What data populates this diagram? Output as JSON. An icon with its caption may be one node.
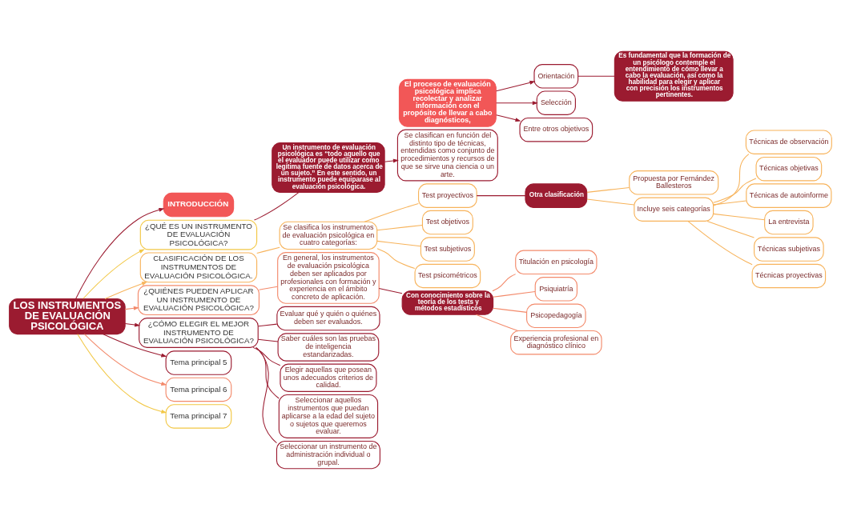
{
  "diagram": {
    "nodes": [
      {
        "text": [
          "LOS INSTRUMENTOS DE EVALUACIÓN PSICOLÓGICA"
        ]
      },
      {
        "text": [
          "INTRODUCCIÓN"
        ]
      },
      {
        "text": [
          "El proceso de evaluación psicológica implica recolectar y analizar información con el propósito de llevar a cabo diagnósticos,"
        ]
      },
      {
        "text": [
          "Orientación"
        ]
      },
      {
        "text": [
          "Selección"
        ]
      },
      {
        "text": [
          "Entre otros objetivos"
        ]
      },
      {
        "text": [
          "Es fundamental que la formación de un psicólogo contemple el entendimiento de cómo llevar a cabo la evaluación, así como la habilidad para elegir y aplicar con precisión los instrumentos pertinentes."
        ]
      },
      {
        "text": [
          "¿QUÉ ES UN INSTRUMENTO DE EVALUACIÓN PSICOLÓGICA?"
        ]
      },
      {
        "text": [
          "Un instrumento de evaluación psicológica es “todo aquello que el evaluador puede utilizar como legítima fuente de datos acerca de un sujeto.” En este sentido, un instrumento puede equiparase al evaluación psicológica."
        ]
      },
      {
        "text": [
          "Se clasifican en función del distinto tipo de técnicas, entendidas como conjunto de procedimientos y recursos de que se sirve una ciencia o un arte."
        ]
      },
      {
        "text": [
          "CLASIFICACIÓN DE LOS INSTRUMENTOS DE EVALUACIÓN PSICOLÓGICA."
        ]
      },
      {
        "text": [
          "Se clasifica los instrumentos de evaluación psicológica en cuatro categorías:"
        ]
      },
      {
        "text": [
          "Test proyectivos"
        ]
      },
      {
        "text": [
          "Test objetivos"
        ]
      },
      {
        "text": [
          "Test subjetivos"
        ]
      },
      {
        "text": [
          "Test psicométricos"
        ]
      },
      {
        "text": [
          "Otra clasificación"
        ]
      },
      {
        "text": [
          "Propuesta por Fernández Ballesteros"
        ]
      },
      {
        "text": [
          "Incluye seis categorías"
        ]
      },
      {
        "text": [
          "Técnicas de observación"
        ]
      },
      {
        "text": [
          "Técnicas objetivas"
        ]
      },
      {
        "text": [
          "Técnicas de autoinforme"
        ]
      },
      {
        "text": [
          "La entrevista"
        ]
      },
      {
        "text": [
          "Técnicas subjetivas"
        ]
      },
      {
        "text": [
          "Técnicas proyectivas"
        ]
      },
      {
        "text": [
          "¿QUIÉNES PUEDEN APLICAR UN INSTRUMENTO DE EVALUACIÓN PSICOLÓGICA?"
        ]
      },
      {
        "text": [
          "En general, los instrumentos de evaluación psicológica deben ser aplicados por profesionales con formación y experiencia en el ámbito concreto de aplicación."
        ]
      },
      {
        "text": [
          "Con conocimiento sobre la teoría de los tests y métodos estadísticos"
        ]
      },
      {
        "text": [
          "Titulación en psicología"
        ]
      },
      {
        "text": [
          "Psiquiatría"
        ]
      },
      {
        "text": [
          "Psicopedagogía"
        ]
      },
      {
        "text": [
          "Experiencia profesional en diagnóstico clínico"
        ]
      },
      {
        "text": [
          "¿CÓMO ELEGIR EL MEJOR INSTRUMENTO DE EVALUACIÓN PSICOLÓGICA?"
        ]
      },
      {
        "text": [
          "Evaluar qué y quién o quiénes deben ser evaluados."
        ]
      },
      {
        "text": [
          "Saber cuáles son las pruebas de inteligencia estandarizadas."
        ]
      },
      {
        "text": [
          "Elegir aquellas que posean unos adecuados criterios de calidad."
        ]
      },
      {
        "text": [
          "Seleccionar aquellos instrumentos que puedan aplicarse a la edad del sujeto o sujetos que queremos evaluar."
        ]
      },
      {
        "text": [
          "Seleccionar un instrumento de administración individual o grupal."
        ]
      },
      {
        "text": [
          "Tema principal 5"
        ]
      },
      {
        "text": [
          "Tema principal 6"
        ]
      },
      {
        "text": [
          "Tema principal 7"
        ]
      }
    ],
    "edges": [
      {
        "from": 0,
        "to": 1,
        "arrow": "to"
      },
      {
        "from": 2,
        "to": 3,
        "arrow": "to"
      },
      {
        "from": 2,
        "to": 4,
        "arrow": "to"
      },
      {
        "from": 2,
        "to": 5,
        "arrow": "to"
      },
      {
        "from": 3,
        "to": 6,
        "arrow": "none"
      },
      {
        "from": 0,
        "to": 7,
        "arrow": "to",
        "color": "#f2c744"
      },
      {
        "from": 7,
        "to": 8,
        "arrow": "none"
      },
      {
        "from": 8,
        "to": 9,
        "arrow": "to"
      },
      {
        "from": 0,
        "to": 10,
        "arrow": "to",
        "color": "#f7b35b"
      },
      {
        "from": 10,
        "to": 11,
        "arrow": "none",
        "color": "#f7b35b"
      },
      {
        "from": 11,
        "to": 12,
        "arrow": "none",
        "color": "#f7b35b"
      },
      {
        "from": 11,
        "to": 13,
        "arrow": "none",
        "color": "#f7b35b"
      },
      {
        "from": 11,
        "to": 14,
        "arrow": "none",
        "color": "#f7b35b"
      },
      {
        "from": 11,
        "to": 15,
        "arrow": "none",
        "color": "#f7b35b"
      },
      {
        "from": 12,
        "to": 16,
        "arrow": "none"
      },
      {
        "from": 16,
        "to": 17,
        "arrow": "none",
        "color": "#f7b35b"
      },
      {
        "from": 16,
        "to": 18,
        "arrow": "none",
        "color": "#f7b35b"
      },
      {
        "from": 18,
        "to": 19,
        "arrow": "none",
        "color": "#f7b35b"
      },
      {
        "from": 18,
        "to": 20,
        "arrow": "none",
        "color": "#f7b35b"
      },
      {
        "from": 18,
        "to": 21,
        "arrow": "none",
        "color": "#f7b35b"
      },
      {
        "from": 18,
        "to": 22,
        "arrow": "none",
        "color": "#f7b35b"
      },
      {
        "from": 18,
        "to": 23,
        "arrow": "none",
        "color": "#f7b35b"
      },
      {
        "from": 18,
        "to": 24,
        "arrow": "none",
        "color": "#f7b35b"
      },
      {
        "from": 0,
        "to": 25,
        "arrow": "to",
        "color": "#f38a6b"
      },
      {
        "from": 25,
        "to": 26,
        "arrow": "none",
        "color": "#f38a6b"
      },
      {
        "from": 26,
        "to": 27,
        "arrow": "none"
      },
      {
        "from": 27,
        "to": 28,
        "arrow": "none",
        "color": "#f38a6b"
      },
      {
        "from": 27,
        "to": 29,
        "arrow": "none",
        "color": "#f38a6b"
      },
      {
        "from": 27,
        "to": 30,
        "arrow": "none",
        "color": "#f38a6b"
      },
      {
        "from": 27,
        "to": 31,
        "arrow": "none",
        "color": "#f38a6b"
      },
      {
        "from": 0,
        "to": 32,
        "arrow": "to"
      },
      {
        "from": 32,
        "to": 33,
        "arrow": "none"
      },
      {
        "from": 32,
        "to": 34,
        "arrow": "none"
      },
      {
        "from": 32,
        "to": 35,
        "arrow": "none"
      },
      {
        "from": 32,
        "to": 36,
        "arrow": "none"
      },
      {
        "from": 32,
        "to": 37,
        "arrow": "none"
      },
      {
        "from": 0,
        "to": 38,
        "arrow": "to"
      },
      {
        "from": 0,
        "to": 39,
        "arrow": "to",
        "color": "#f38a6b"
      },
      {
        "from": 0,
        "to": 40,
        "arrow": "to",
        "color": "#f2c744"
      }
    ]
  }
}
